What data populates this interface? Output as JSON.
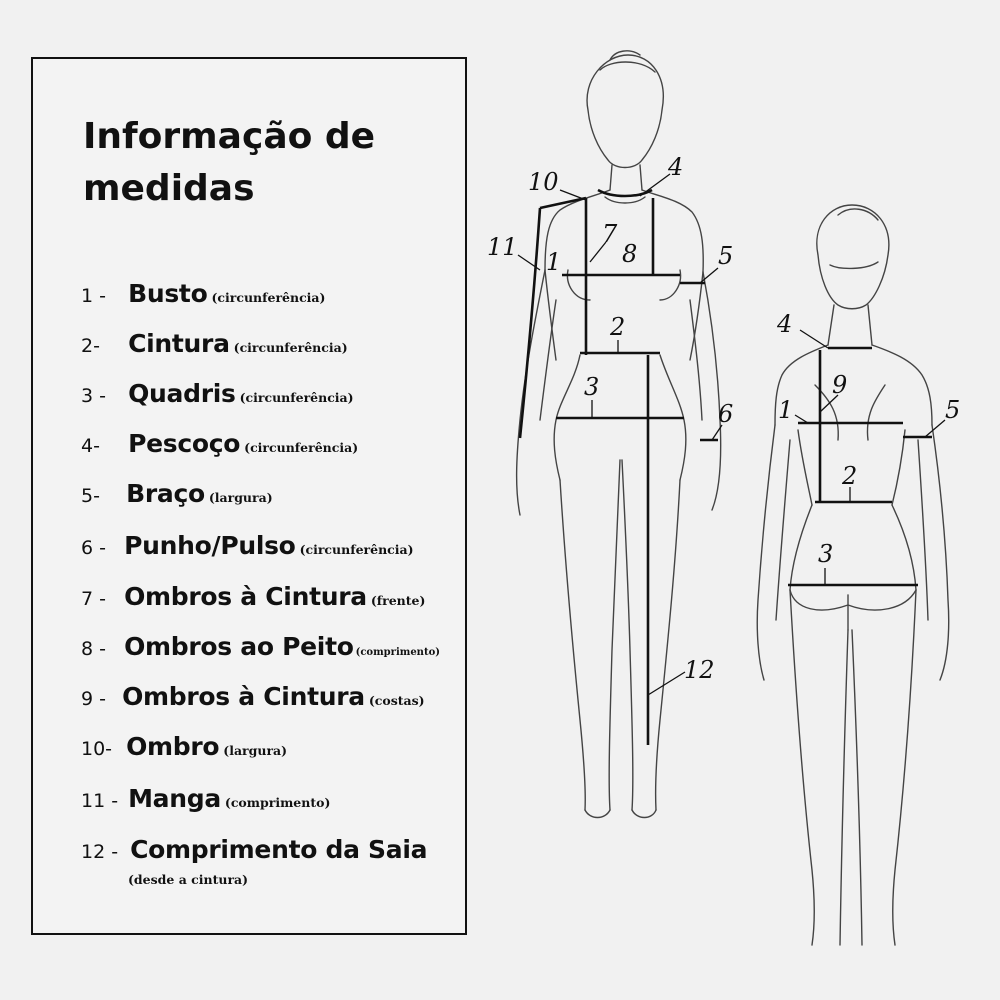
{
  "legend": {
    "title_line1": "Informação de",
    "title_line2": "medidas",
    "items": [
      {
        "num": "1 -",
        "term": "Busto",
        "note": "(circunferência)"
      },
      {
        "num": "2-",
        "term": "Cintura",
        "note": "(circunferência)"
      },
      {
        "num": "3 -",
        "term": "Quadris",
        "note": "(circunferência)"
      },
      {
        "num": "4-",
        "term": "Pescoço",
        "note": "(circunferência)"
      },
      {
        "num": "5-",
        "term": "Braço",
        "note": "(largura)"
      },
      {
        "num": "6 -",
        "term": "Punho/Pulso",
        "note": "(circunferência)"
      },
      {
        "num": "7 -",
        "term": "Ombros à Cintura",
        "note": "(frente)"
      },
      {
        "num": "8 -",
        "term": "Ombros ao Peito",
        "note": "(comprimento)"
      },
      {
        "num": "9 -",
        "term": "Ombros à Cintura",
        "note": "(costas)"
      },
      {
        "num": "10-",
        "term": "Ombro",
        "note": "(largura)"
      },
      {
        "num": "11 -",
        "term": "Manga",
        "note": "(comprimento)"
      },
      {
        "num": "12 -",
        "term": "Comprimento da Saia",
        "note": "(desde a cintura)"
      }
    ]
  },
  "figure": {
    "front_labels": [
      "1",
      "2",
      "3",
      "4",
      "5",
      "6",
      "7",
      "8",
      "10",
      "11",
      "12"
    ],
    "back_labels": [
      "1",
      "2",
      "3",
      "4",
      "5",
      "9"
    ]
  }
}
